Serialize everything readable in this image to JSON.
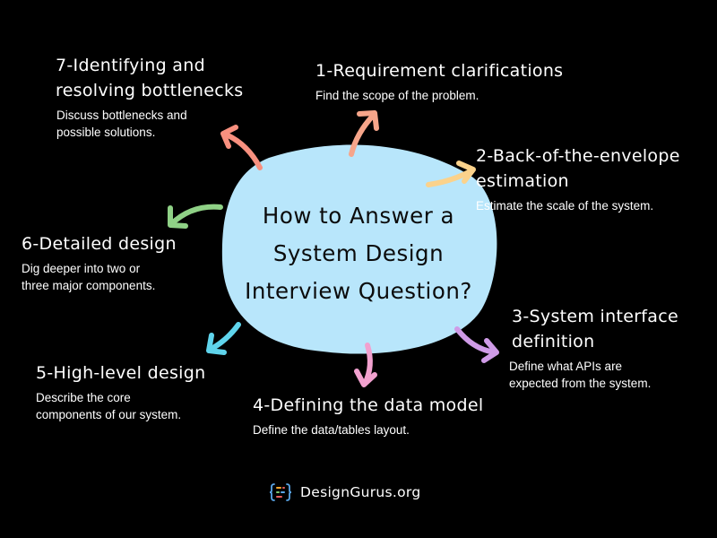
{
  "center": {
    "lines": [
      "How to Answer a",
      "System Design",
      "Interview Question?"
    ]
  },
  "steps": [
    {
      "id": "1",
      "title_lines": [
        "1-Requirement clarifications"
      ],
      "desc_lines": [
        "Find the scope of the problem."
      ]
    },
    {
      "id": "2",
      "title_lines": [
        "2-Back-of-the-envelope",
        "estimation"
      ],
      "desc_lines": [
        "Estimate the scale of the system."
      ]
    },
    {
      "id": "3",
      "title_lines": [
        "3-System interface",
        "definition"
      ],
      "desc_lines": [
        "Define what APIs are",
        "expected from the system."
      ]
    },
    {
      "id": "4",
      "title_lines": [
        "4-Defining the data model"
      ],
      "desc_lines": [
        "Define the data/tables layout."
      ]
    },
    {
      "id": "5",
      "title_lines": [
        "5-High-level design"
      ],
      "desc_lines": [
        "Describe the core",
        "components of our system."
      ]
    },
    {
      "id": "6",
      "title_lines": [
        "6-Detailed design"
      ],
      "desc_lines": [
        "Dig deeper into two or",
        "three major components."
      ]
    },
    {
      "id": "7",
      "title_lines": [
        "7-Identifying and",
        "resolving bottlenecks"
      ],
      "desc_lines": [
        "Discuss bottlenecks and",
        "possible solutions."
      ]
    }
  ],
  "brand": {
    "name": "DesignGurus.org",
    "icon": "code-file-icon"
  },
  "colors": {
    "background": "#000000",
    "blob": "#b8e6fb",
    "arrow_1": "#f6a58a",
    "arrow_2": "#fbd28b",
    "arrow_3": "#cf9be7",
    "arrow_4": "#f2a1cf",
    "arrow_5": "#5fd4ec",
    "arrow_6": "#8fd186",
    "arrow_7": "#f8907f"
  }
}
